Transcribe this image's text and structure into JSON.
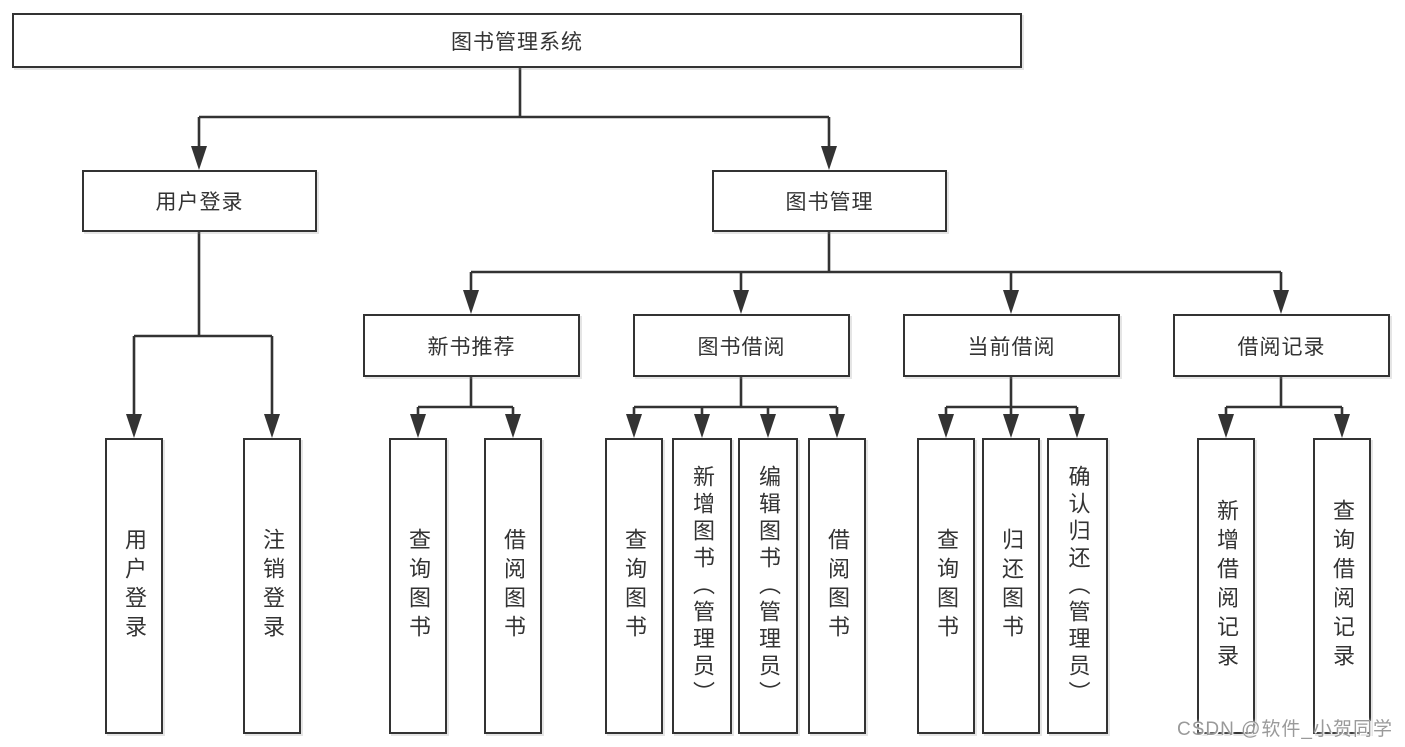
{
  "diagram": {
    "root": {
      "label": "图书管理系统"
    },
    "level2": [
      {
        "label": "用户登录"
      },
      {
        "label": "图书管理"
      }
    ],
    "level3": [
      {
        "label": "新书推荐"
      },
      {
        "label": "图书借阅"
      },
      {
        "label": "当前借阅"
      },
      {
        "label": "借阅记录"
      }
    ],
    "level4": [
      {
        "label": "用户登录"
      },
      {
        "label": "注销登录"
      },
      {
        "label": "查询图书"
      },
      {
        "label": "借阅图书"
      },
      {
        "label": "查询图书"
      },
      {
        "label": "新增图书（管理员）"
      },
      {
        "label": "编辑图书（管理员）"
      },
      {
        "label": "借阅图书"
      },
      {
        "label": "查询图书"
      },
      {
        "label": "归还图书"
      },
      {
        "label": "确认归还（管理员）"
      },
      {
        "label": "新增借阅记录"
      },
      {
        "label": "查询借阅记录"
      }
    ]
  },
  "watermark": {
    "text": "CSDN @软件_小贺同学"
  },
  "colors": {
    "line": "#333333",
    "border": "#333333",
    "text": "#333333",
    "watermark": "#9a9a9a",
    "background": "#ffffff"
  }
}
